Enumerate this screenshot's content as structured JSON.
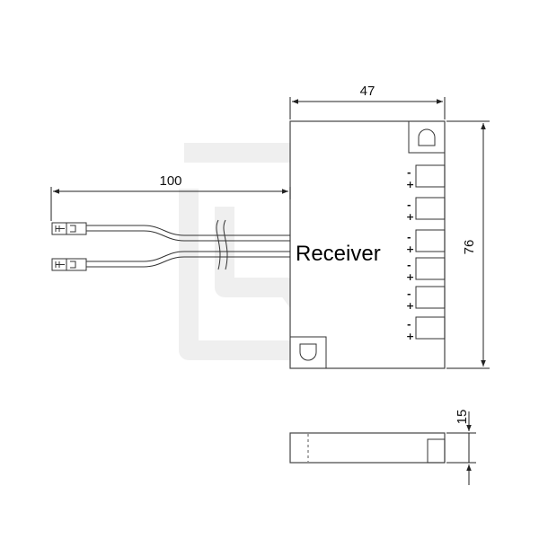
{
  "dimensions": {
    "width": "47",
    "cable_length": "100",
    "height": "76",
    "thickness": "15"
  },
  "body_label": "Receiver",
  "terminals": [
    {
      "positive": "+",
      "negative": "-"
    },
    {
      "positive": "+",
      "negative": "-"
    },
    {
      "positive": "+",
      "negative": "-"
    },
    {
      "positive": "+",
      "negative": "-"
    },
    {
      "positive": "+",
      "negative": "-"
    },
    {
      "positive": "+",
      "negative": "-"
    }
  ],
  "colors": {
    "line": "#444444",
    "watermark": "#efefef"
  }
}
